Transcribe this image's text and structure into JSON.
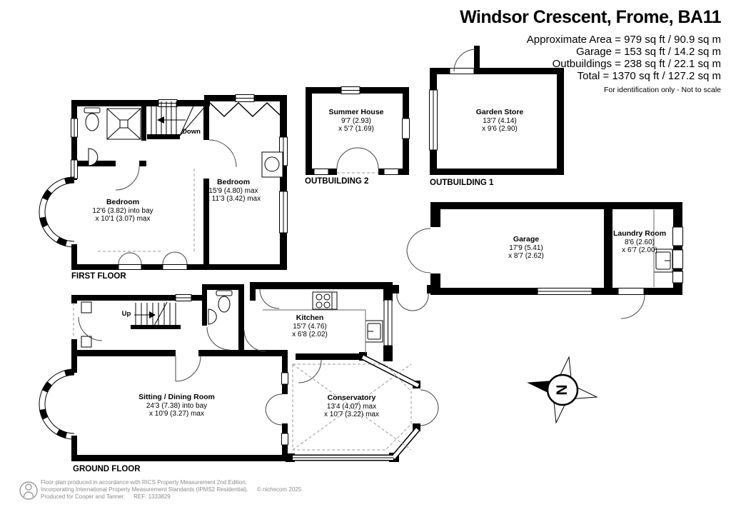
{
  "header": {
    "title": "Windsor Crescent, Frome, BA11",
    "approx": "Approximate Area = 979 sq ft / 90.9 sq m",
    "garage_area": "Garage = 153 sq ft / 14.2 sq m",
    "outbuildings_area": "Outbuildings = 238 sq ft / 22.1 sq m",
    "total_area": "Total = 1370 sq ft / 127.2 sq m",
    "disclaimer": "For identification only - Not to scale"
  },
  "floor_labels": {
    "first": "FIRST FLOOR",
    "ground": "GROUND FLOOR",
    "outbuilding1": "OUTBUILDING 1",
    "outbuilding2": "OUTBUILDING 2"
  },
  "rooms": {
    "bedroom_left": {
      "name": "Bedroom",
      "dim1": "12'6 (3.82) into bay",
      "dim2": "x 10'1 (3.07) max"
    },
    "bedroom_right": {
      "name": "Bedroom",
      "dim1": "15'9 (4.80) max",
      "dim2": "x 11'3 (3.42) max"
    },
    "summer_house": {
      "name": "Summer House",
      "dim1": "9'7 (2.93)",
      "dim2": "x 5'7 (1.69)"
    },
    "garden_store": {
      "name": "Garden Store",
      "dim1": "13'7 (4.14)",
      "dim2": "x 9'6 (2.90)"
    },
    "garage": {
      "name": "Garage",
      "dim1": "17'9 (5.41)",
      "dim2": "x 8'7 (2.62)"
    },
    "laundry_room": {
      "name": "Laundry Room",
      "dim1": "8'6 (2.60)",
      "dim2": "x 6'7 (2.00)"
    },
    "kitchen": {
      "name": "Kitchen",
      "dim1": "15'7 (4.76)",
      "dim2": "x 6'8 (2.02)"
    },
    "sitting_dining": {
      "name": "Sitting / Dining Room",
      "dim1": "24'3 (7.38) into bay",
      "dim2": "x 10'9 (3.27) max"
    },
    "conservatory": {
      "name": "Conservatory",
      "dim1": "13'4 (4.07) max",
      "dim2": "x 10'7 (3.22) max"
    }
  },
  "stairs": {
    "down": "Down",
    "up": "Up"
  },
  "compass": {
    "north": "N"
  },
  "footer": {
    "line1": "Floor plan produced in accordance with RICS Property Measurement 2nd Edition,",
    "line2": "Incorporating International Property Measurement Standards (IPMS2 Residential).",
    "copyright": "© nichecom 2025.",
    "produced": "Produced for Cooper and Tanner.",
    "ref": "REF: 1333829"
  },
  "colors": {
    "wall": "#000000",
    "background": "#ffffff",
    "footer_text": "#8c8c8c"
  }
}
